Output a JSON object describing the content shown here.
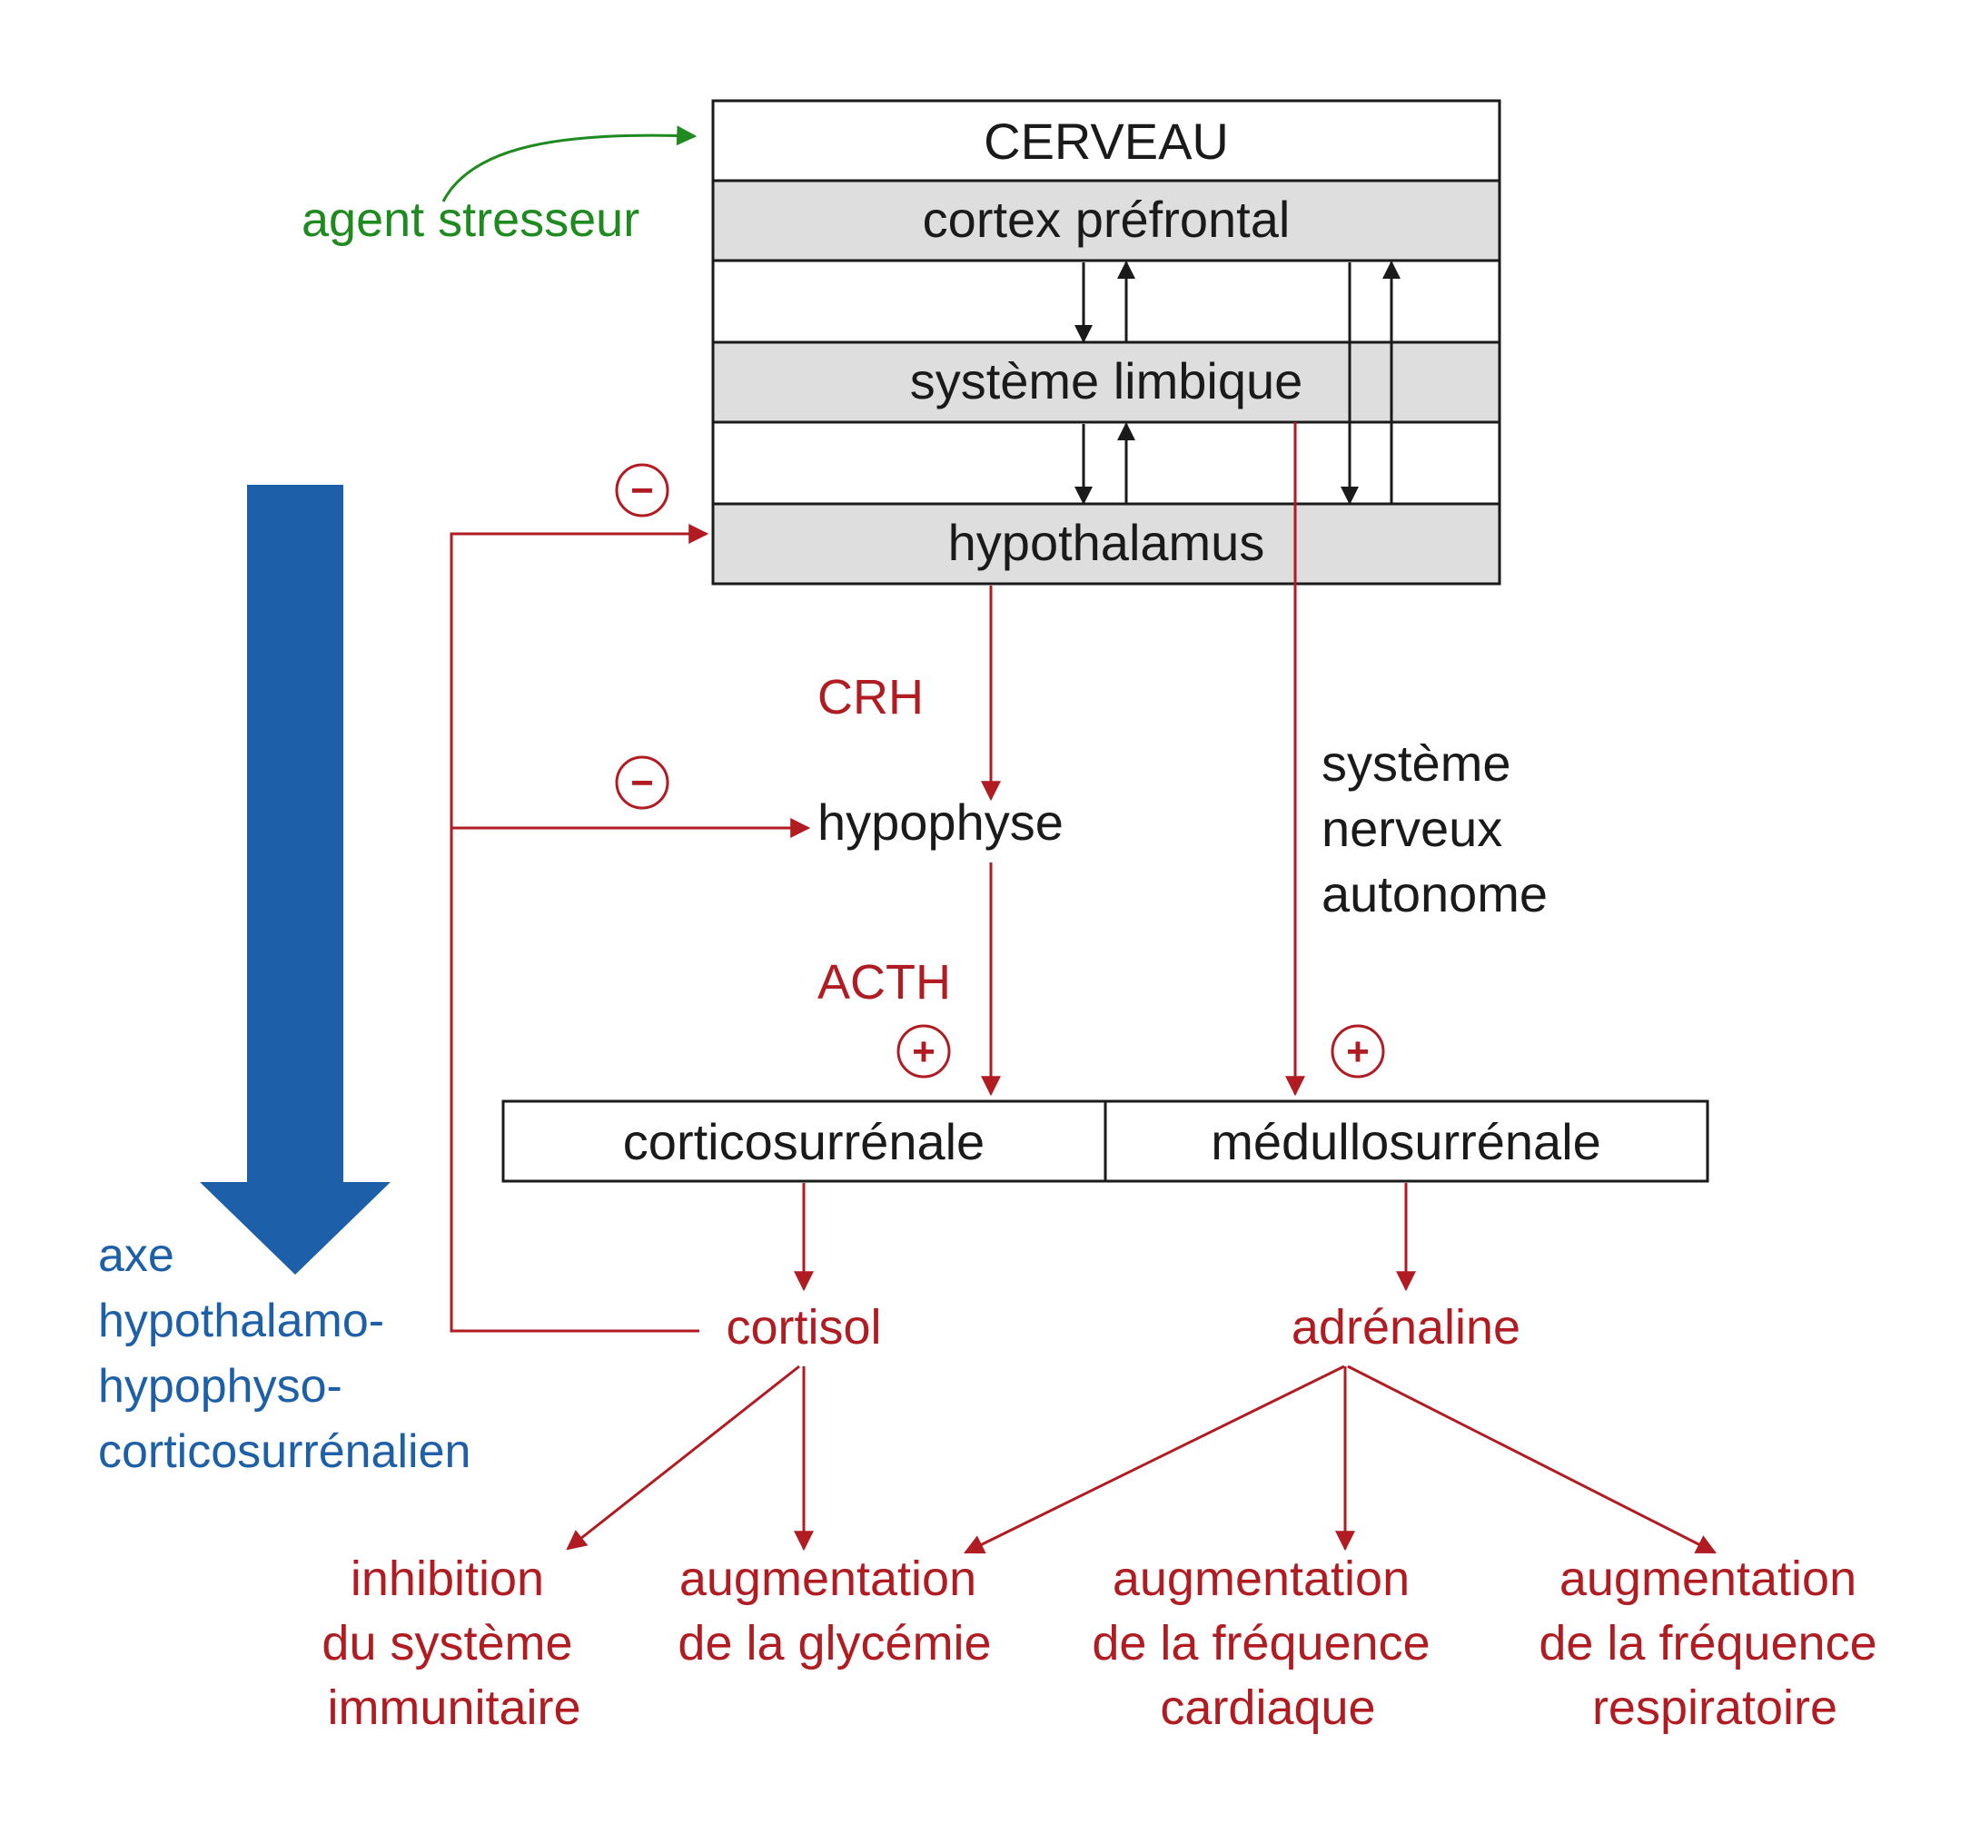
{
  "brain": {
    "title": "CERVEAU",
    "layer_prefrontal": "cortex préfrontal",
    "layer_limbic": "système limbique",
    "layer_hypothalamus": "hypothalamus"
  },
  "stressor_label": "agent stresseur",
  "hormones": {
    "crh": "CRH",
    "acth": "ACTH",
    "cortisol": "cortisol",
    "adrenaline": "adrénaline"
  },
  "pituitary_label": "hypophyse",
  "autonomic_nervous_system": [
    "système",
    "nerveux",
    "autonome"
  ],
  "adrenal": {
    "cortex": "corticosurrénale",
    "medulla": "médullosurrénale"
  },
  "feedback": {
    "minus_sign": "−",
    "plus_sign": "+"
  },
  "hpa_axis_label": [
    "axe",
    "hypothalamo-",
    "hypophyso-",
    "corticosurrénalien"
  ],
  "effects": {
    "immune": [
      "inhibition",
      "du système",
      "immunitaire"
    ],
    "glycemia": [
      "augmentation",
      "de la glycémie"
    ],
    "heart_rate": [
      "augmentation",
      "de la fréquence",
      "cardiaque"
    ],
    "respiratory_rate": [
      "augmentation",
      "de la fréquence",
      "respiratoire"
    ]
  },
  "colors": {
    "hormonal_pathway": "#b01c22",
    "stressor": "#1f8a1f",
    "hpa_axis": "#1d5fa8",
    "brain_layer_fill": "#dedede"
  }
}
